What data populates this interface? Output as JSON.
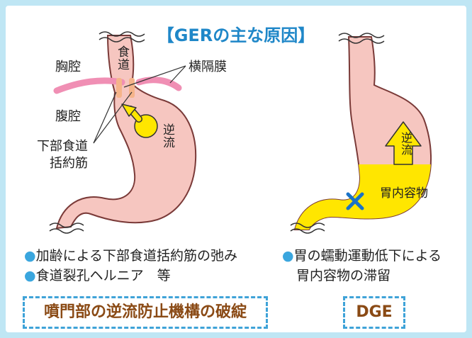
{
  "title": "【GERの主な原因】",
  "left": {
    "labels": {
      "chest": "胸腔",
      "esophagus": "食道",
      "diaphragm": "横隔膜",
      "abdomen": "腹腔",
      "sphincter_line1": "下部食道",
      "sphincter_line2": "括約筋",
      "reflux": "逆流"
    },
    "bullets": [
      "加齢による下部食道括約筋の弛み",
      "食道裂孔ヘルニア　等"
    ],
    "box_label": "噴門部の逆流防止機構の破綻"
  },
  "right": {
    "labels": {
      "reflux": "逆流",
      "gastric_contents": "胃内容物"
    },
    "bullets": [
      "胃の蠕動運動低下による",
      "胃内容物の滞留"
    ],
    "box_label": "DGE"
  },
  "bullet_marker": "●",
  "colors": {
    "background": "#bfe6f4",
    "title": "#1f87c8",
    "stomach_fill": "#f6c6c0",
    "stomach_stroke": "#7a3a38",
    "diaphragm": "#f08fb4",
    "arrow": "#ffe600",
    "box_border": "#3fa3d8",
    "box_text": "#8a4a15",
    "x_mark": "#1a73c7"
  }
}
